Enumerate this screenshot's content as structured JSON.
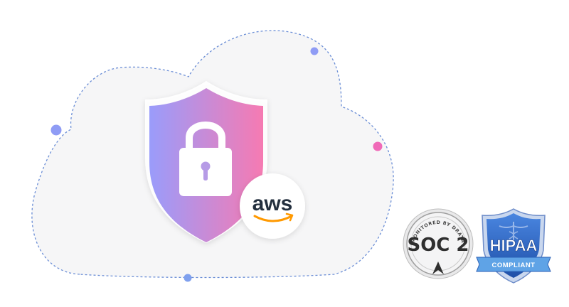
{
  "colors": {
    "cloud_fill": "#f6f6f7",
    "cloud_dash": "#6b8ed6",
    "dot_blue": "#8f9cf5",
    "dot_pink": "#f06ab8",
    "dot_small_blue": "#7fa0ee",
    "shield_gradient_start": "#9a9cfb",
    "shield_gradient_end": "#f67ab2",
    "aws_orange": "#ff9900",
    "hipaa_blue": "#2c64c4"
  },
  "icons": {
    "shield": "shield-icon",
    "lock": "lock-icon",
    "aws": "aws-logo",
    "soc2": "soc2-badge",
    "hipaa": "hipaa-badge"
  },
  "badges": {
    "aws": {
      "label": "aws"
    },
    "soc2": {
      "top_text": "MONITORED BY DRATA",
      "main_text": "SOC 2"
    },
    "hipaa": {
      "main_text": "HIPAA",
      "ribbon_text": "COMPLIANT"
    }
  }
}
